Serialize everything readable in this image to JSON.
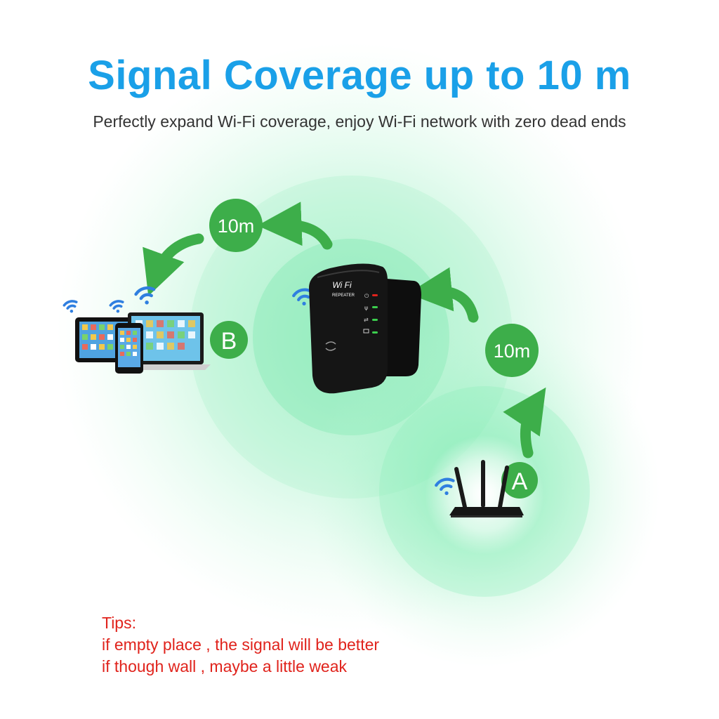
{
  "headline": "Signal Coverage up to 10 m",
  "subhead": "Perfectly expand Wi-Fi coverage, enjoy Wi-Fi network with zero dead ends",
  "badges": {
    "distance_top": "10m",
    "distance_right": "10m",
    "point_b": "B",
    "point_a": "A"
  },
  "repeater": {
    "brand_text": "Wi Fi",
    "model_text": "REPEATER"
  },
  "tips": {
    "title": "Tips:",
    "line1": "if empty place , the signal will be better",
    "line2": "if though wall , maybe a little weak"
  },
  "colors": {
    "headline": "#1aa0e8",
    "badge": "#3dae4a",
    "arrow": "#3dae4a",
    "coverage": "#56e29a",
    "wifi_icon": "#2f7fe0",
    "tips": "#e0231c",
    "device": "#161616"
  }
}
